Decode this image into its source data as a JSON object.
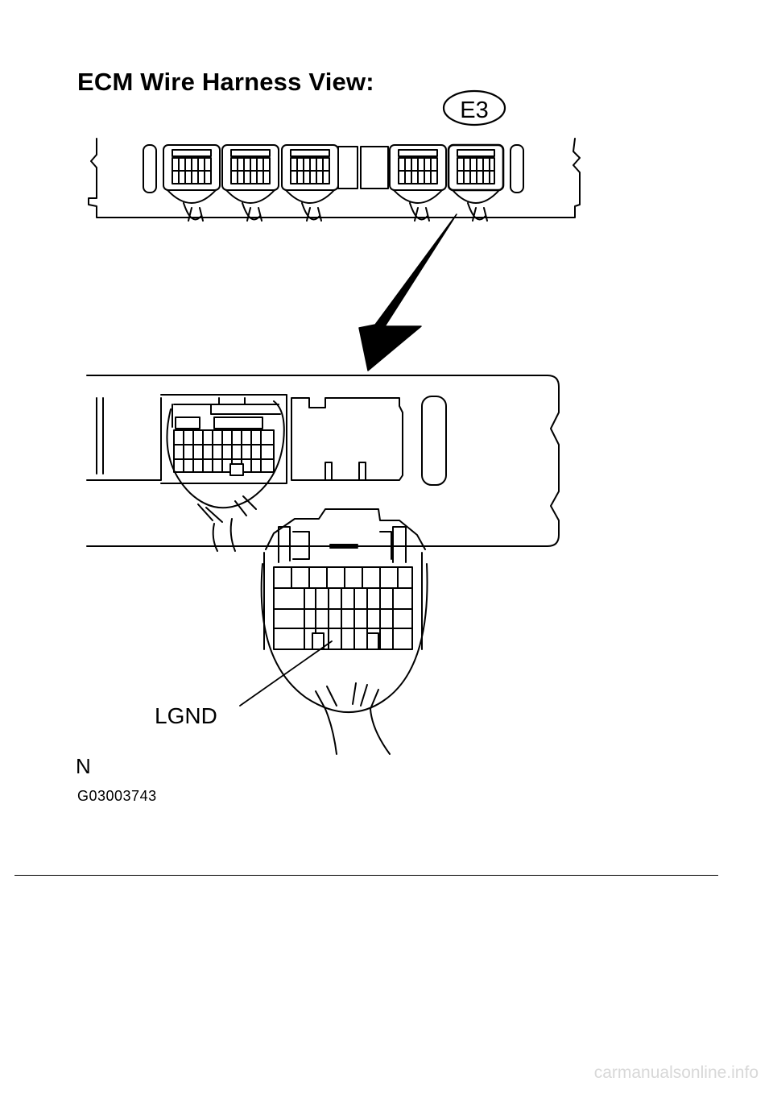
{
  "title": "ECM Wire Harness View:",
  "connector_id": "E3",
  "terminal_label": "LGND",
  "view_mark": "N",
  "figure_code": "G03003743",
  "watermark": "carmanualsonline.info"
}
